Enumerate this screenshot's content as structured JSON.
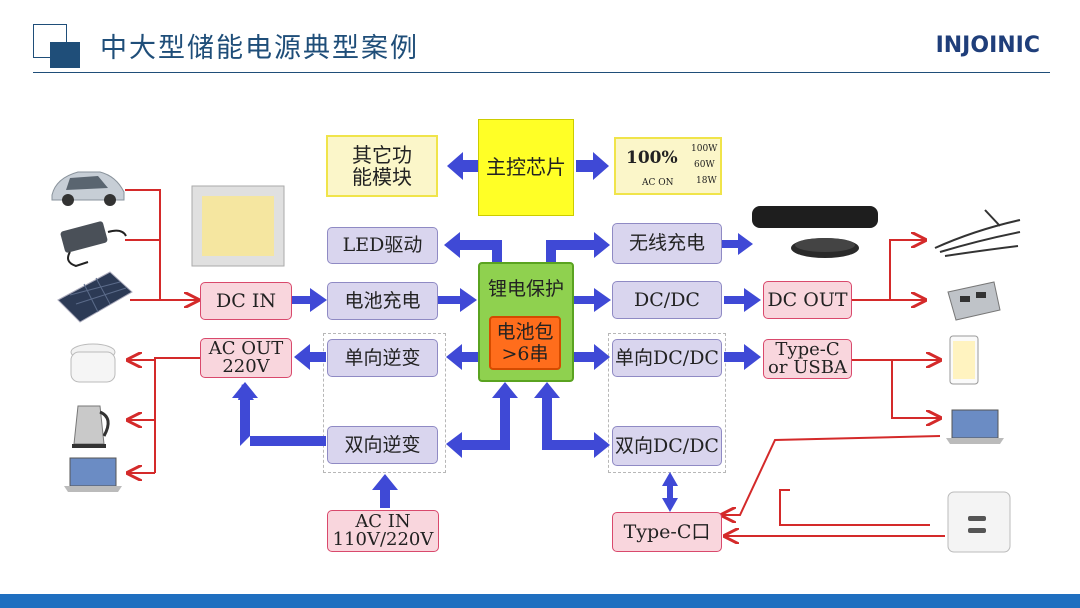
{
  "header": {
    "title": "中大型储能电源典型案例",
    "logo": "INJOINIC"
  },
  "colors": {
    "blue_arrow": "#3f49d6",
    "red_line": "#d42a2a",
    "footer_bar": "#1f6fc0",
    "title_color": "#1f4e79"
  },
  "boxes": {
    "main_chip": "主控芯片",
    "other_line1": "其它功",
    "other_line2": "能模块",
    "display_percent": "100%",
    "display_ac_on": "AC ON",
    "display_w1": "100W",
    "display_w2": "60W",
    "display_w3": "18W",
    "led_driver": "LED驱动",
    "wireless_charge": "无线充电",
    "dc_in": "DC IN",
    "battery_charge": "电池充电",
    "li_protect": "锂电保护",
    "battery_pack_line1": "电池包",
    "battery_pack_line2": ">6串",
    "dc_dc": "DC/DC",
    "dc_out": "DC OUT",
    "ac_out_line1": "AC OUT",
    "ac_out_line2": "220V",
    "uni_inverter": "单向逆变",
    "uni_dcdc": "单向DC/DC",
    "typec_usba_line1": "Type-C",
    "typec_usba_line2": "or USBA",
    "bi_inverter": "双向逆变",
    "bi_dcdc": "双向DC/DC",
    "ac_in_line1": "AC IN",
    "ac_in_line2": "110V/220V",
    "typec_port": "Type-C口"
  }
}
